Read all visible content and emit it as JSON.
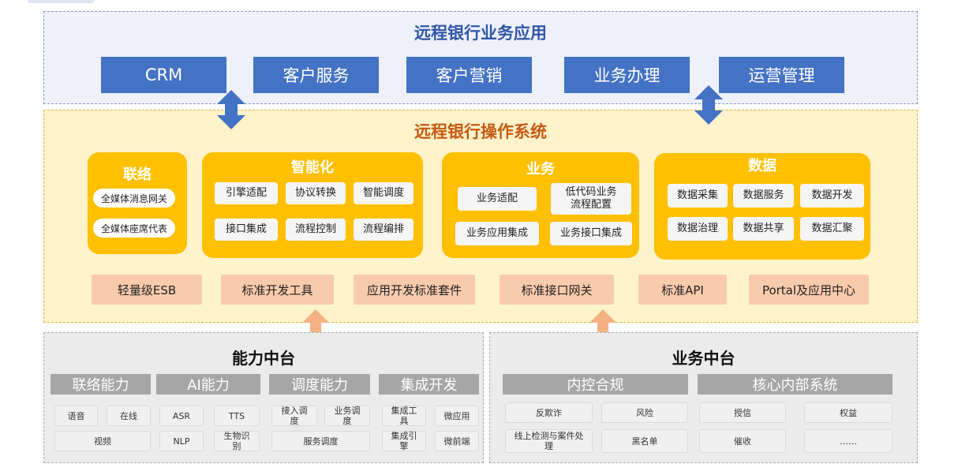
{
  "app_section": {
    "title": "远程银行业务应用",
    "buttons": [
      "CRM",
      "客户服务",
      "客户营销",
      "业务办理",
      "运营管理"
    ]
  },
  "os_section": {
    "title": "远程银行操作系统",
    "liaison": {
      "title": "联络",
      "items": [
        "全媒体消息网关",
        "全媒体座席代表"
      ]
    },
    "intelligence": {
      "title": "智能化",
      "items": [
        "引擎适配",
        "协议转换",
        "智能调度",
        "接口集成",
        "流程控制",
        "流程编排"
      ]
    },
    "business": {
      "title": "业务",
      "items": [
        "业务适配",
        "低代码业务\n流程配置",
        "业务应用集成",
        "业务接口集成"
      ]
    },
    "data": {
      "title": "数据",
      "items": [
        "数据采集",
        "数据服务",
        "数据开发",
        "数据治理",
        "数据共享",
        "数据汇聚"
      ]
    },
    "tools": [
      "轻量级ESB",
      "标准开发工具",
      "应用开发标准套件",
      "标准接口网关",
      "标准API",
      "Portal及应用中心"
    ]
  },
  "capability_center": {
    "title": "能力中台",
    "groups": [
      {
        "title": "联络能力",
        "items": [
          "语音",
          "在线",
          "视频"
        ]
      },
      {
        "title": "AI能力",
        "items": [
          "ASR",
          "TTS",
          "NLP",
          "生物识\n别"
        ]
      },
      {
        "title": "调度能力",
        "items": [
          "接入调\n度",
          "业务调\n度",
          "服务调度"
        ]
      },
      {
        "title": "集成开发",
        "items": [
          "集成工\n具",
          "微应用",
          "集成引\n擎",
          "微前端"
        ]
      }
    ]
  },
  "business_center": {
    "title": "业务中台",
    "groups": [
      {
        "title": "内控合规",
        "items": [
          "反欺诈",
          "风险",
          "线上检测与案件处\n理",
          "黑名单"
        ]
      },
      {
        "title": "核心内部系统",
        "items": [
          "授信",
          "权益",
          "催收",
          "……"
        ]
      }
    ]
  },
  "colors": {
    "blue": "#4472c4",
    "gold": "#ffc000",
    "salmon": "#f8cbad",
    "title_blue": "#2f56a8",
    "title_orange": "#c55a11"
  }
}
